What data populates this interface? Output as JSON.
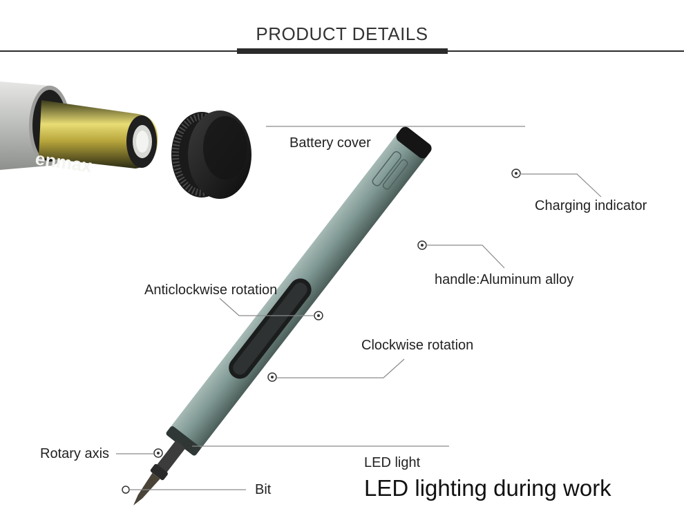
{
  "header": {
    "title": "PRODUCT DETAILS"
  },
  "battery": {
    "brand_text": "enmax"
  },
  "labels": {
    "battery_cover": "Battery cover",
    "charging_indicator": "Charging indicator",
    "handle": "handle:Aluminum alloy",
    "anticlockwise": "Anticlockwise rotation",
    "clockwise": "Clockwise rotation",
    "rotary_axis": "Rotary axis",
    "led_light": "LED light",
    "bit": "Bit"
  },
  "caption": {
    "text": "LED lighting during work"
  },
  "colors": {
    "pen_body": "#7f9893",
    "pen_shadow": "#51645f",
    "leader_line": "#8a8a8a",
    "battery_gold": "#e0d36b",
    "tube_silver": "#c8c9c7"
  }
}
